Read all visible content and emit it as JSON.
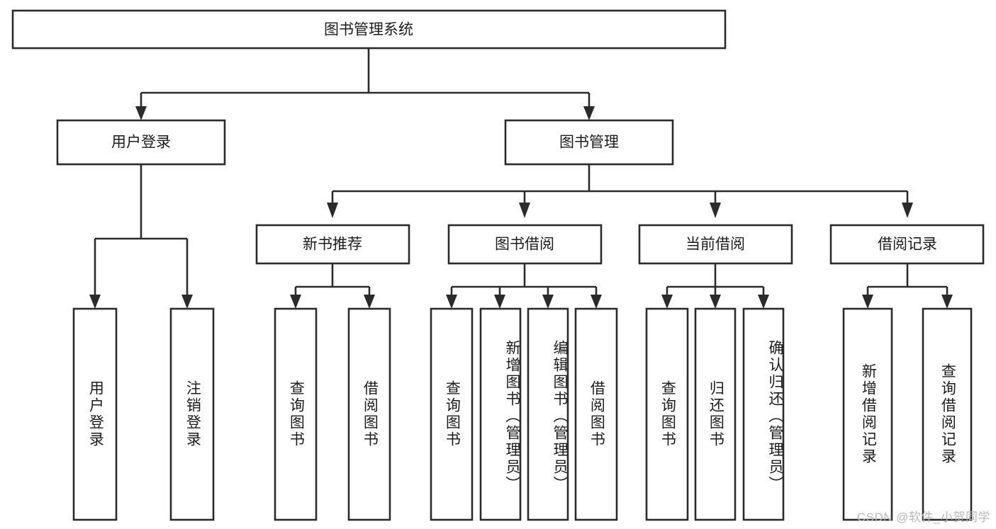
{
  "diagram": {
    "title": "图书管理系统",
    "type": "tree",
    "watermark": "CSDN @软件_小贺同学",
    "colors": {
      "box_stroke": "#2b2b2b",
      "box_fill": "#ffffff",
      "connector": "#2b2b2b",
      "text": "#1c1c1c",
      "watermark": "#b9b9b9",
      "background": "#ffffff"
    },
    "root": {
      "label": "图书管理系统"
    },
    "level2": [
      {
        "label": "用户登录"
      },
      {
        "label": "图书管理"
      }
    ],
    "level3": [
      {
        "label": "新书推荐"
      },
      {
        "label": "图书借阅"
      },
      {
        "label": "当前借阅"
      },
      {
        "label": "借阅记录"
      }
    ],
    "leaves": {
      "user_login": [
        {
          "label": "用户登录"
        },
        {
          "label": "注销登录"
        }
      ],
      "new_book_recommend": [
        {
          "label": "查询图书"
        },
        {
          "label": "借阅图书"
        }
      ],
      "book_borrow": [
        {
          "label": "查询图书"
        },
        {
          "label": "新增图书（管理员）"
        },
        {
          "label": "编辑图书（管理员）"
        },
        {
          "label": "借阅图书"
        }
      ],
      "current_borrow": [
        {
          "label": "查询图书"
        },
        {
          "label": "归还图书"
        },
        {
          "label": "确认归还（管理员）"
        }
      ],
      "borrow_record": [
        {
          "label": "新增借阅记录"
        },
        {
          "label": "查询借阅记录"
        }
      ]
    }
  }
}
